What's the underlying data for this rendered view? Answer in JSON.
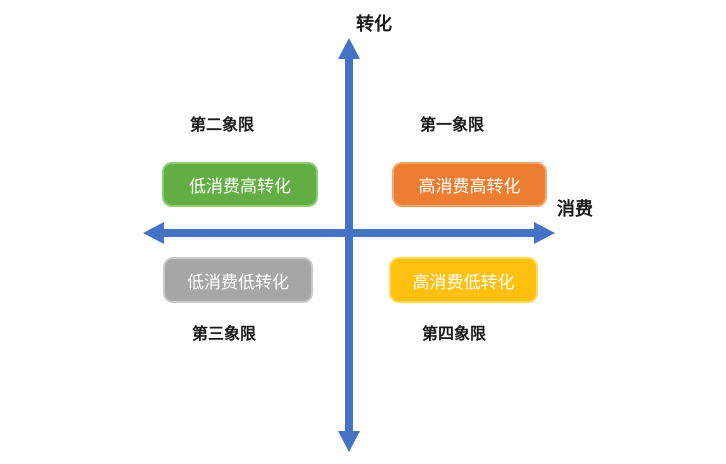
{
  "axes": {
    "y_label": "转化",
    "x_label": "消费"
  },
  "colors": {
    "axis": "#4472C4",
    "background": "#ffffff",
    "label_text": "#1a1a1a",
    "box_text": "#ffffff"
  },
  "quadrants": {
    "q1": {
      "title": "第一象限",
      "box_label": "高消费高转化",
      "box_fill": "#ED7D31",
      "box_border": "#F5A873"
    },
    "q2": {
      "title": "第二象限",
      "box_label": "低消费高转化",
      "box_fill": "#62AE44",
      "box_border": "#90CC74"
    },
    "q3": {
      "title": "第三象限",
      "box_label": "低消费低转化",
      "box_fill": "#A6A6A6",
      "box_border": "#CBCBCB"
    },
    "q4": {
      "title": "第四象限",
      "box_label": "高消费低转化",
      "box_fill": "#FFC010",
      "box_border": "#FFDC5F"
    }
  }
}
